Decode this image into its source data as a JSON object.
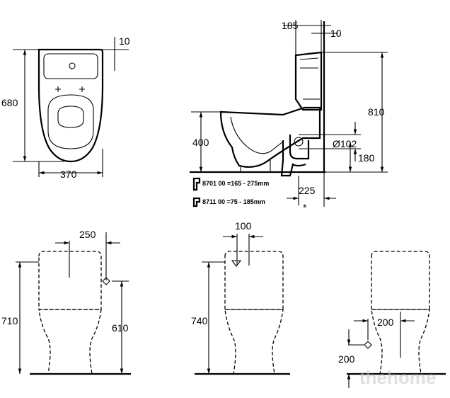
{
  "top_view": {
    "depth": "680",
    "width": "370",
    "gap": "10"
  },
  "side_view": {
    "cistern_depth": "185",
    "wall_gap": "10",
    "total_height": "810",
    "seat_height": "400",
    "outlet_diameter": "Ø102",
    "outlet_height": "180",
    "outlet_offset": "225",
    "connector_a": "8701 00 =165 - 275mm",
    "connector_b": "8711 00 =75 -  185mm",
    "note_mark": "*"
  },
  "front_view_1": {
    "width": "250",
    "height": "710",
    "supply_height": "610"
  },
  "front_view_2": {
    "width": "100",
    "height": "740"
  },
  "front_view_3": {
    "width": "200",
    "height": "200"
  },
  "watermark": "thehome"
}
